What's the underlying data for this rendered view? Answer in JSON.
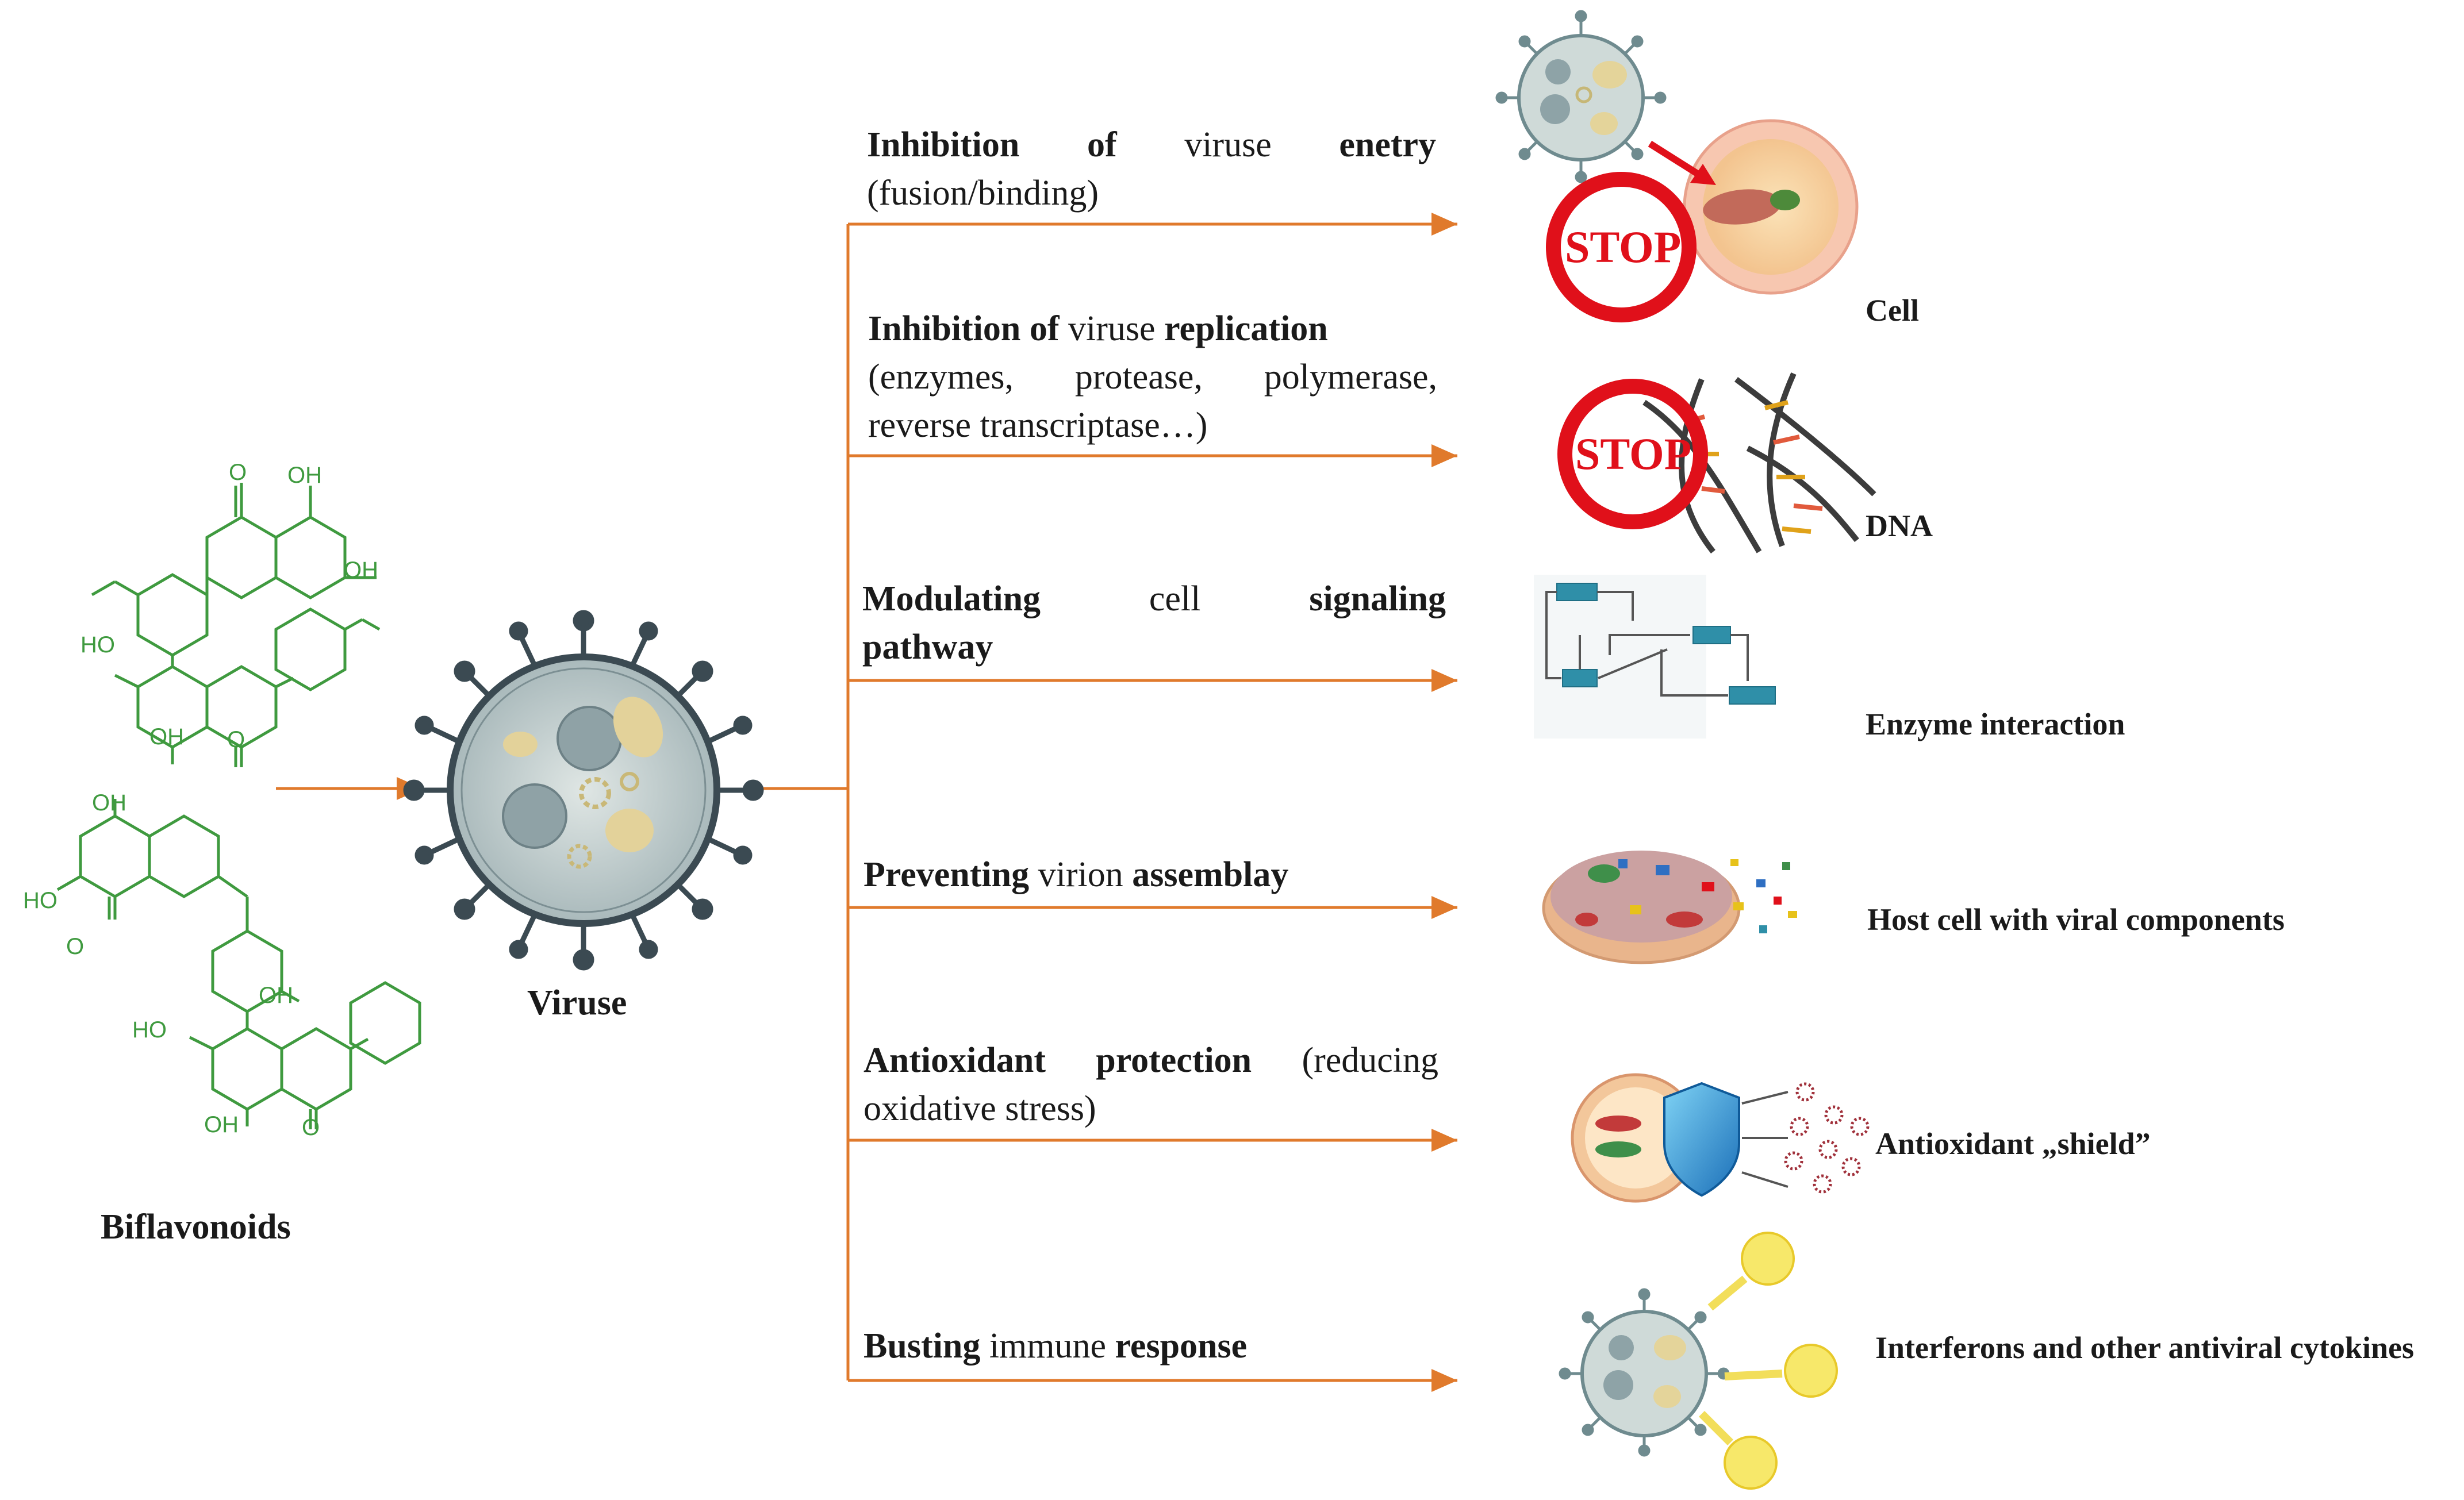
{
  "compound": {
    "label": "Biflavonoids"
  },
  "virus": {
    "label": "Viruse"
  },
  "chem_groups": {
    "oh": "OH",
    "ho": "HO",
    "o": "O"
  },
  "stop_sign": "STOP",
  "mechanisms": [
    {
      "id": "entry",
      "line1": [
        {
          "t": "Inhibition of",
          "b": true
        },
        {
          "t": "viruse",
          "b": false
        },
        {
          "t": "enetry",
          "b": true
        }
      ],
      "line2": "(fusion/binding)",
      "target": "Cell"
    },
    {
      "id": "replication",
      "line1": [
        {
          "t": "Inhibition of",
          "b": true
        },
        {
          "t": "viruse",
          "b": false
        },
        {
          "t": "replication",
          "b": true
        }
      ],
      "line2": "(enzymes, protease, polymerase,",
      "line3": "reverse transcriptase…)",
      "target": "DNA"
    },
    {
      "id": "signaling",
      "line1": [
        {
          "t": "Modulating",
          "b": true
        },
        {
          "t": "cell",
          "b": false
        },
        {
          "t": "signaling",
          "b": true
        }
      ],
      "line2": "pathway",
      "target": "Enzyme interaction"
    },
    {
      "id": "assembly",
      "line1": [
        {
          "t": "Preventing",
          "b": true
        },
        {
          "t": "virion",
          "b": false
        },
        {
          "t": "assemblay",
          "b": true
        }
      ],
      "target": "Host cell with viral components"
    },
    {
      "id": "antioxidant",
      "line1": [
        {
          "t": "Antioxidant protection",
          "b": true
        },
        {
          "t": "(reducing",
          "b": false
        }
      ],
      "line2": "oxidative stress)",
      "target": "Antioxidant „shield”"
    },
    {
      "id": "immune",
      "line1": [
        {
          "t": "Busting",
          "b": true
        },
        {
          "t": "immune",
          "b": false
        },
        {
          "t": "response",
          "b": true
        }
      ],
      "target": "Interferons and other antiviral cytokines"
    }
  ],
  "colors": {
    "arrow": "#e07a2c",
    "chem": "#3f9a3f",
    "stop": "#e0101a",
    "text": "#1a1a1a"
  }
}
